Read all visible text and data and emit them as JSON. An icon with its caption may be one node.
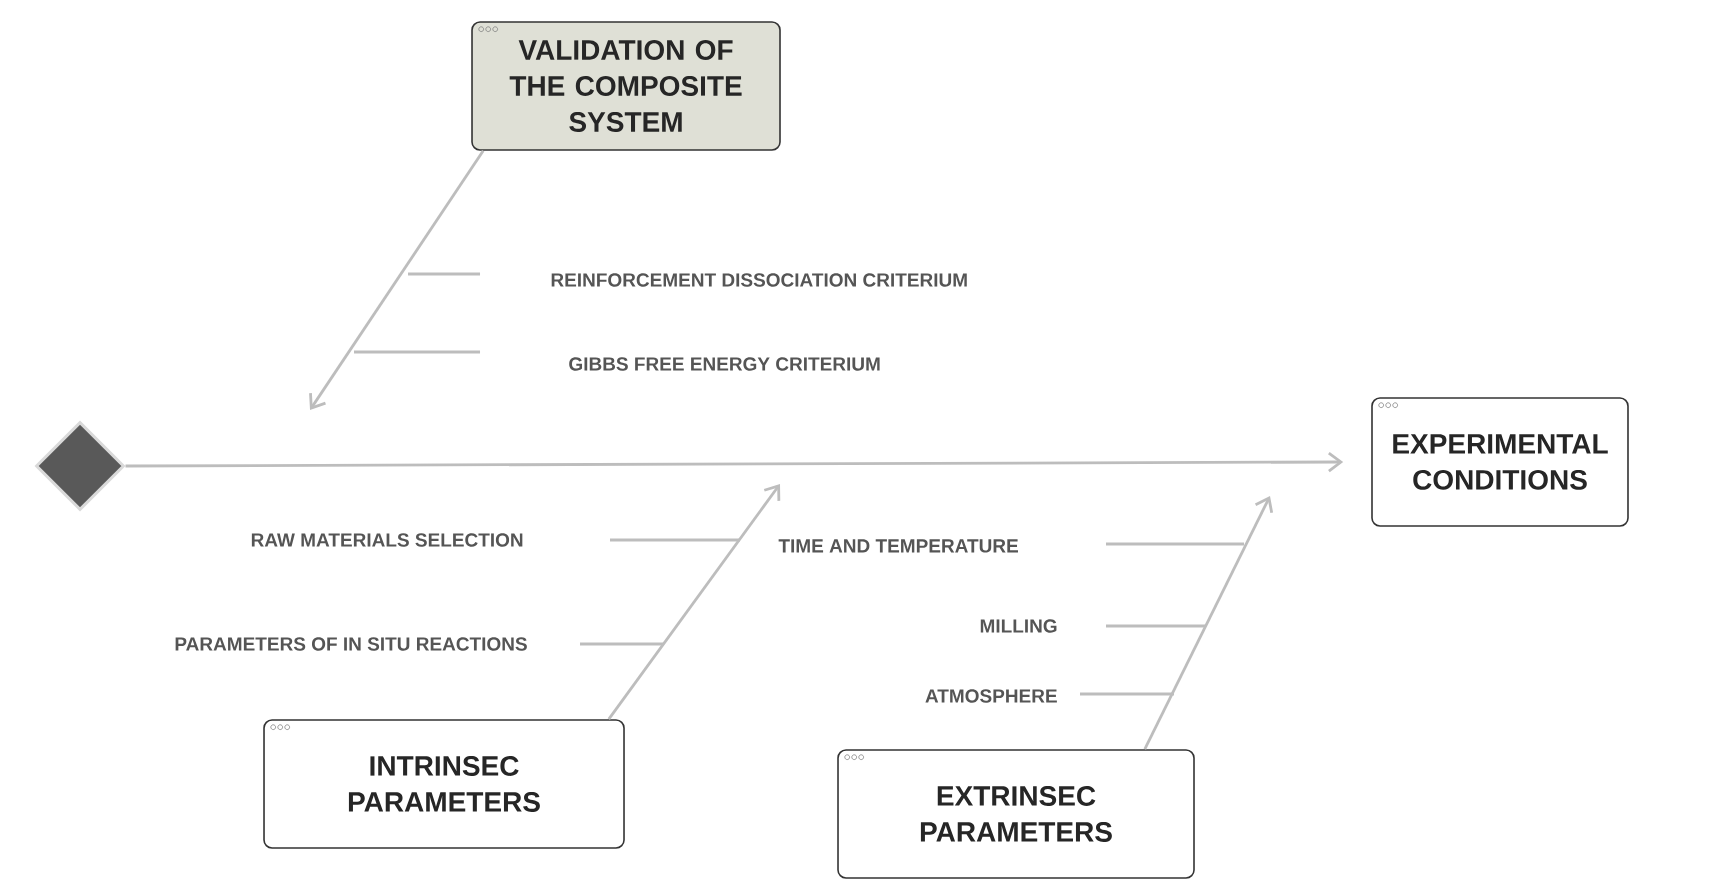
{
  "diagram": {
    "nodes": [
      {
        "text": [],
        "shape": "diamond"
      },
      {
        "text": [
          "EXPERIMENTAL CONDITIONS"
        ]
      },
      {
        "text": [
          "VALIDATION OF THE COMPOSITE SYSTEM"
        ]
      },
      {
        "text": [
          "INTRINSEC PARAMETERS"
        ]
      },
      {
        "text": [
          "EXTRINSEC PARAMETERS"
        ]
      }
    ],
    "edges": [
      {
        "from": 0,
        "to": 1,
        "arrow": "to"
      },
      {
        "from": 2,
        "to": null,
        "arrow": "to"
      },
      {
        "from": 3,
        "to": null,
        "arrow": "to"
      },
      {
        "from": 4,
        "to": null,
        "arrow": "to"
      }
    ],
    "labels": [
      "REINFORCEMENT DISSOCIATION CRITERIUM",
      "GIBBS FREE ENERGY CRITERIUM",
      "RAW MATERIALS SELECTION",
      "TIME AND TEMPERATURE",
      "PARAMETERS OF IN SITU REACTIONS",
      "MILLING",
      "ATMOSPHERE"
    ]
  }
}
